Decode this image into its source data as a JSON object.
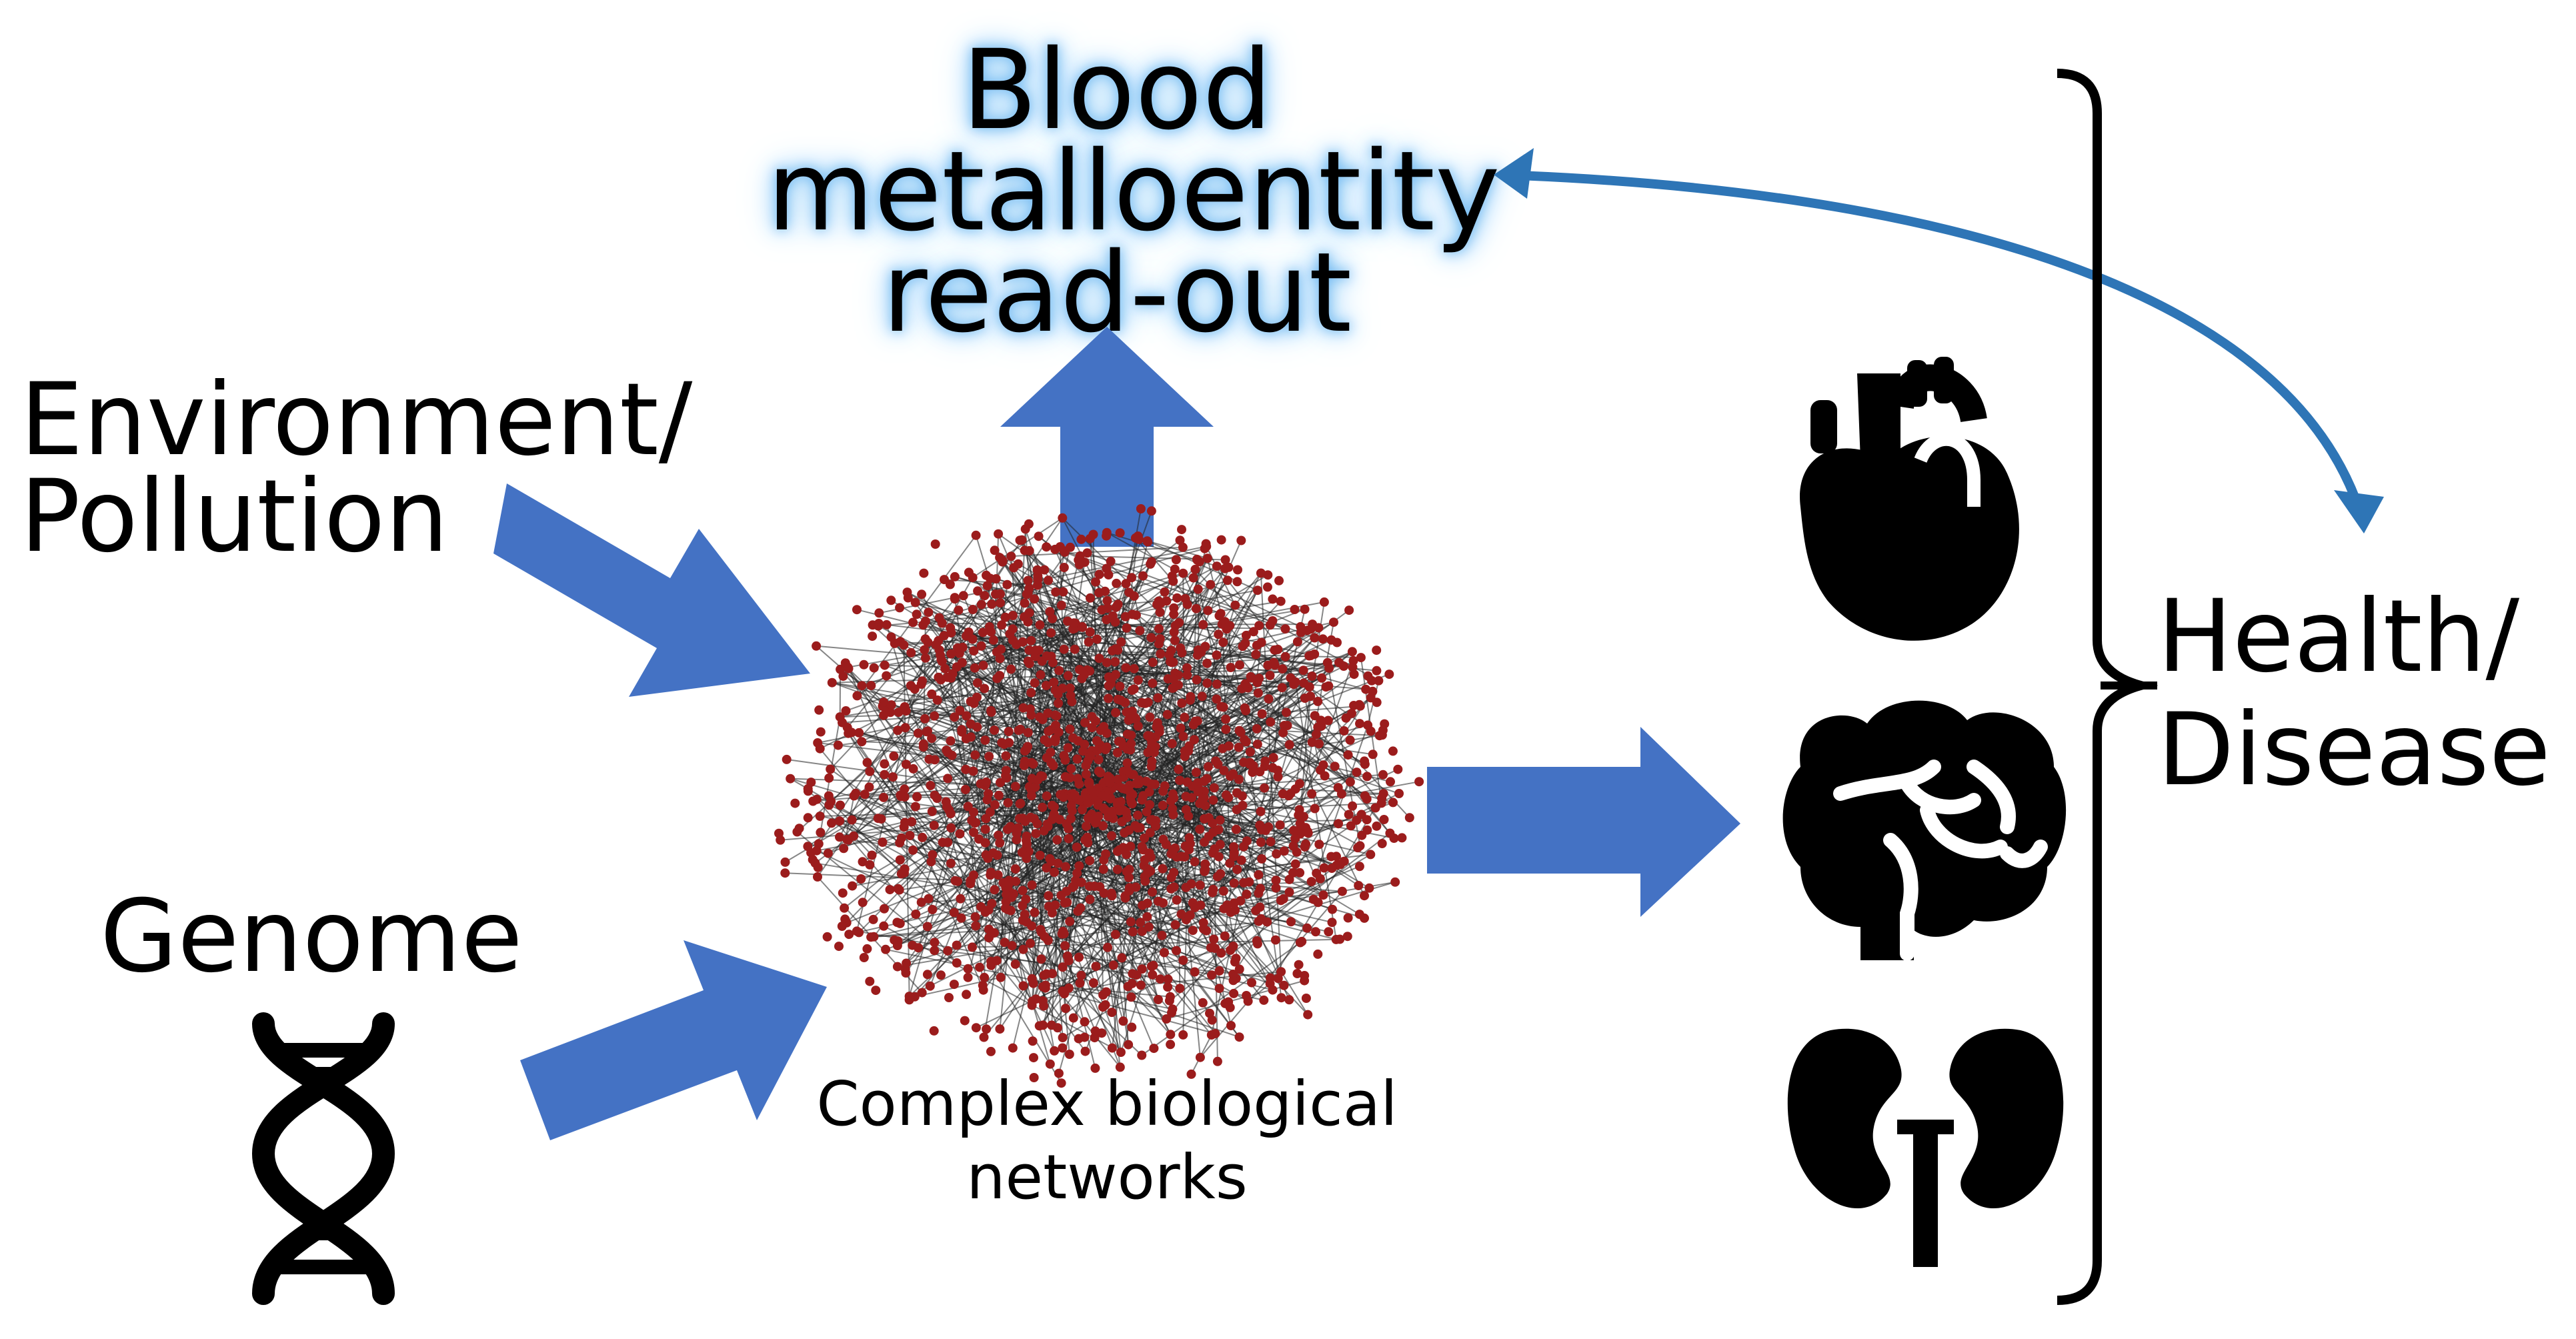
{
  "readout": {
    "line1": "Blood",
    "line2": "metalloentity",
    "line3": "read-out"
  },
  "environment": {
    "line1": "Environment/",
    "line2": "Pollution"
  },
  "genome": {
    "label": "Genome"
  },
  "network": {
    "line1": "Complex biological",
    "line2": "networks"
  },
  "health": {
    "line1": "Health/",
    "line2": "Disease"
  },
  "icons": [
    "dna-icon",
    "heart-icon",
    "brain-icon",
    "kidneys-icon"
  ],
  "colors": {
    "arrow": "#4472c4",
    "curved_arrow": "#2e75b6",
    "network_node": "#9b1c1c",
    "glow": "#8ccaf7"
  }
}
